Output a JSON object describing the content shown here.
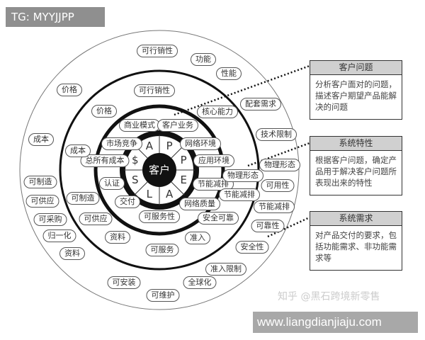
{
  "badge": "TG: MYYJJPP",
  "center": {
    "label": "客户",
    "wheel_letters": [
      "A",
      "P",
      "P",
      "E",
      "A",
      "L",
      "S",
      "$"
    ]
  },
  "rings": {
    "inner": [
      "商业模式",
      "客户业务",
      "市场竞争",
      "网络环境",
      "总所有成本",
      "应用环境",
      "认证",
      "节能减排",
      "交付",
      "网络质量",
      "可服务性"
    ],
    "middle": [
      "可行销性",
      "价格",
      "核心能力",
      "成本",
      "物理形态",
      "节能减排",
      "安全可靠",
      "可制造",
      "可供应",
      "资料",
      "准入",
      "可服务"
    ],
    "outer": [
      "可行销性",
      "功能",
      "性能",
      "配套需求",
      "技术限制",
      "物理形态",
      "可用性",
      "节能减排",
      "可靠性",
      "安全性",
      "准入限制",
      "全球化",
      "可维护",
      "可安装",
      "资料",
      "归一化",
      "可采购",
      "可供应",
      "可制造",
      "成本",
      "价格"
    ]
  },
  "boxes": [
    {
      "title": "客户问题",
      "text": "分析客户面对的问题，描述客户期望产品能解决的问题"
    },
    {
      "title": "系统特性",
      "text": "根据客户问题，确定产品用于解决客户问题所表现出来的特性"
    },
    {
      "title": "系统需求",
      "text": "对产品交付的要求，包括功能需求、非功能需求等"
    }
  ],
  "watermark": "知乎 @黑石跨境新零售",
  "site": "www.liangdianjiaju.com"
}
